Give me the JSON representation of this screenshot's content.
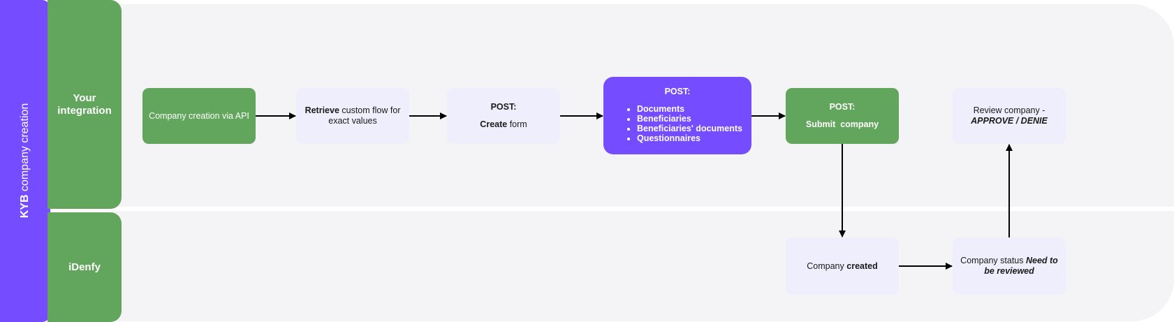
{
  "pool": {
    "title_bold": "KYB",
    "title_rest": " company creation",
    "color": "#754cff"
  },
  "lanes": [
    {
      "label": "Your integration",
      "color": "#62a55d"
    },
    {
      "label": "iDenfy",
      "color": "#62a55d"
    }
  ],
  "nodes": {
    "company_creation": {
      "text": "Company creation via API"
    },
    "retrieve": {
      "bold": "Retrieve",
      "rest": " custom flow for exact values"
    },
    "create_form": {
      "heading": "POST:",
      "bold": "Create",
      "rest": " form"
    },
    "post_list": {
      "heading": "POST:",
      "items": [
        "Documents",
        "Beneficiaries",
        "Beneficiaries' documents",
        "Questionnaires"
      ]
    },
    "submit": {
      "heading": "POST:",
      "text": "Submit  company"
    },
    "review": {
      "text": "Review company -",
      "italic": "APPROVE / DENIE"
    },
    "created": {
      "text": "Company ",
      "bold": "created"
    },
    "status": {
      "text": "Company status ",
      "italic": "Need to be reviewed"
    }
  },
  "colors": {
    "light_node": "#efeefc",
    "green_node": "#62a55d",
    "purple_node": "#754cff",
    "lane_background": "#f4f4f6"
  }
}
